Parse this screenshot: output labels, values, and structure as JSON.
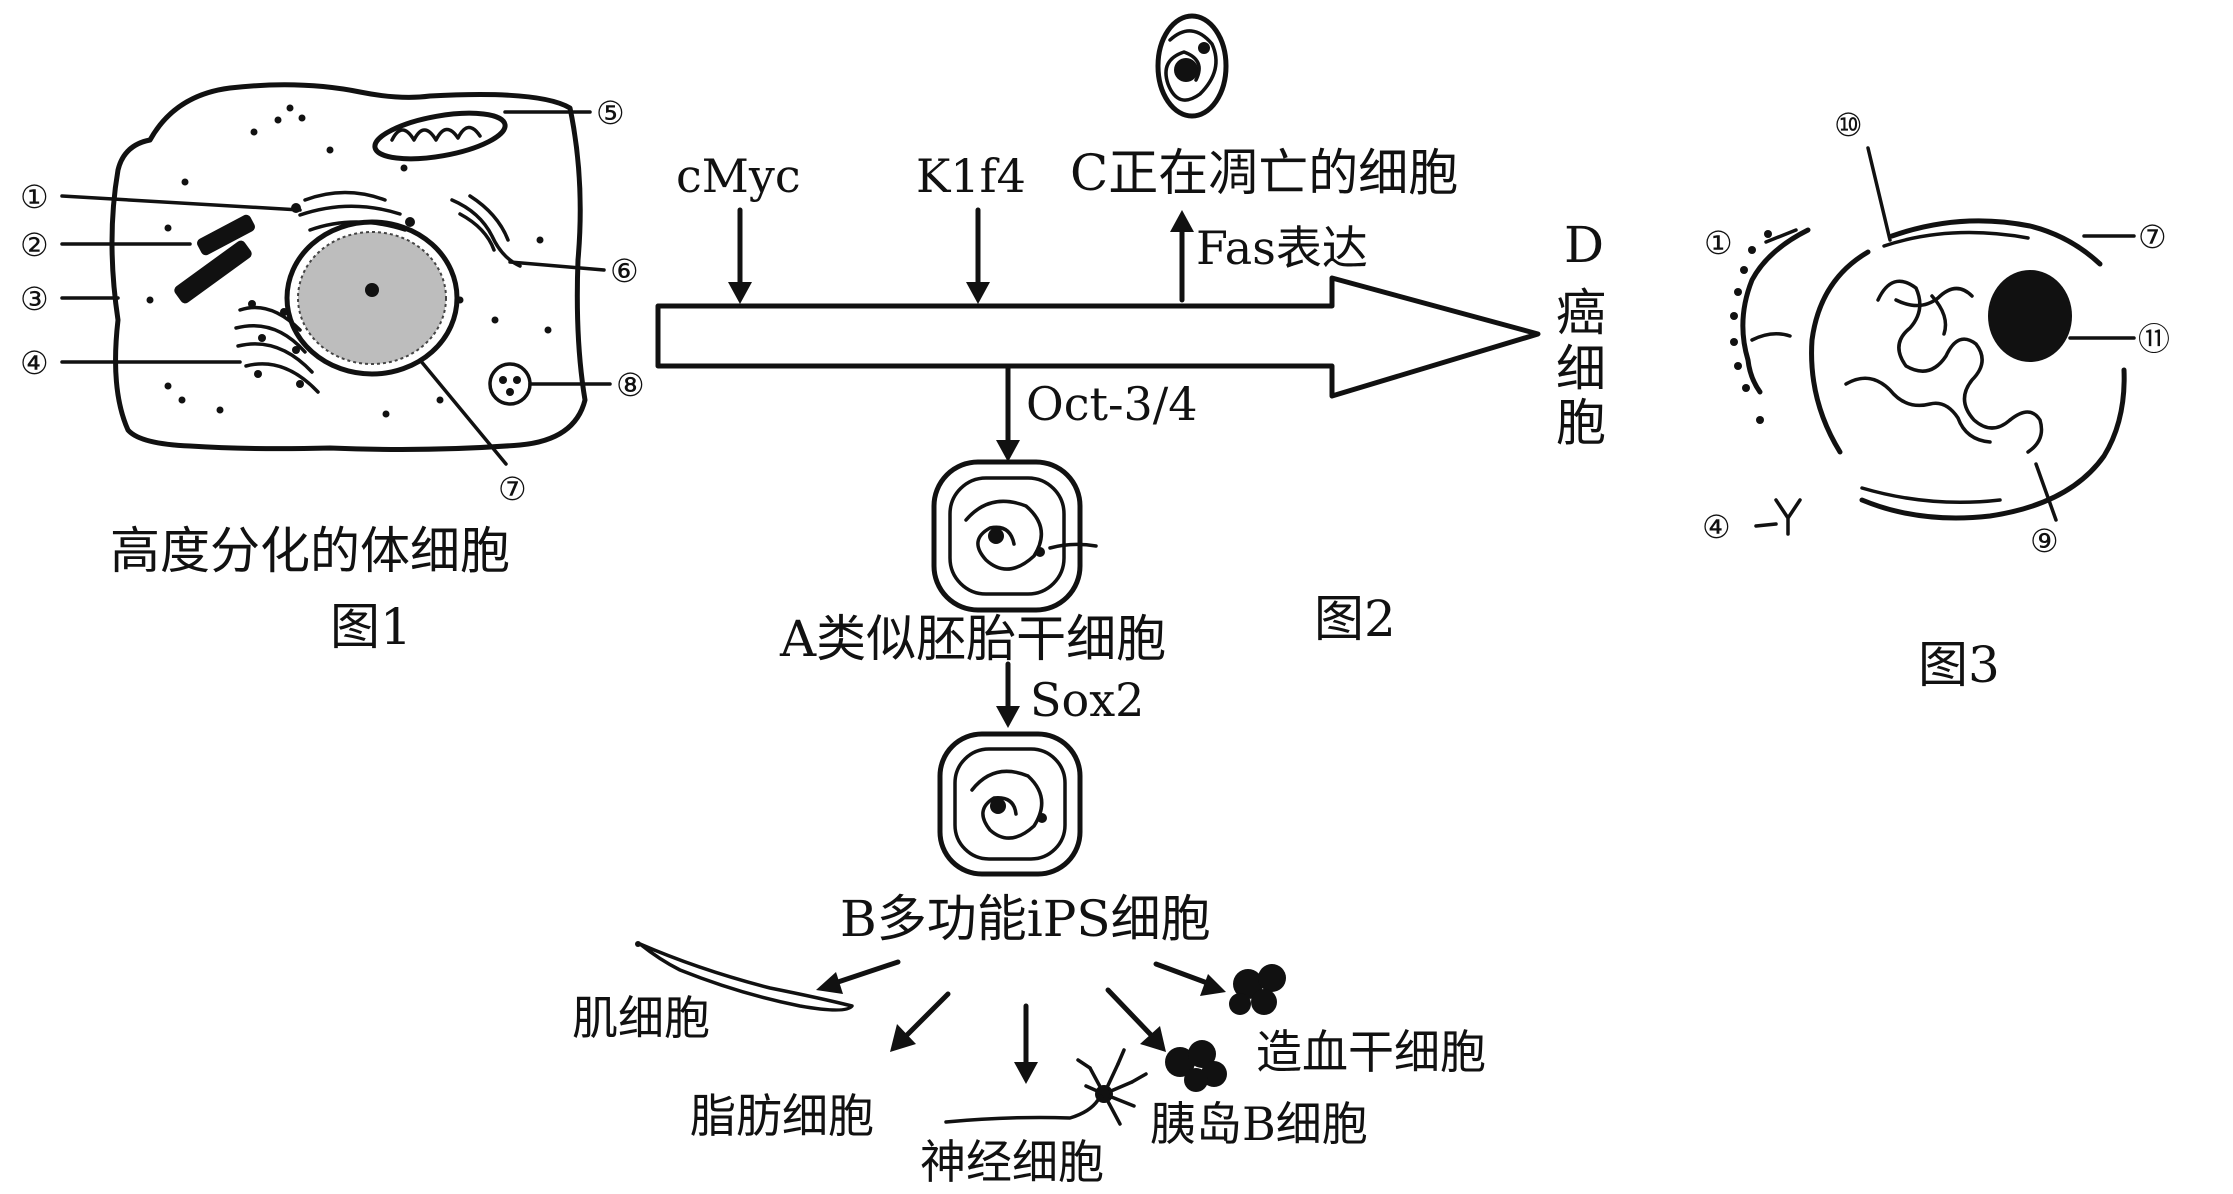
{
  "figure1": {
    "caption": "高度分化的体细胞",
    "title": "图1",
    "markers": [
      "①",
      "②",
      "③",
      "④",
      "⑤",
      "⑥",
      "⑦",
      "⑧"
    ]
  },
  "figure2": {
    "title": "图2",
    "factors": {
      "f1": "cMyc",
      "f2": "K1f4",
      "f3": "Oct-3/4",
      "f4": "Sox2",
      "fas": "Fas表达"
    },
    "cells": {
      "a": "A类似胚胎干细胞",
      "b": "B多功能iPS细胞",
      "c": "C正在凋亡的细胞",
      "d": [
        "D",
        "癌",
        "细",
        "胞"
      ]
    },
    "differentiated": {
      "muscle": "肌细胞",
      "fat": "脂肪细胞",
      "nerve": "神经细胞",
      "islet": "胰岛B细胞",
      "blood": "造血干细胞"
    }
  },
  "figure3": {
    "title": "图3",
    "markers": [
      "⑩",
      "①",
      "⑦",
      "⑪",
      "④",
      "⑨"
    ]
  }
}
